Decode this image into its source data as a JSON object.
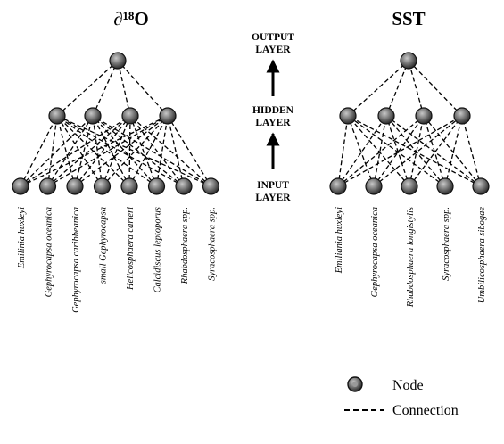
{
  "networks": [
    {
      "title": "∂¹⁸O",
      "hidden_count": 4,
      "inputs": [
        {
          "label": "Emilinia huxleyi"
        },
        {
          "label": "Gephyrocapsa oceanica"
        },
        {
          "label": "Gephyrocapsa caribbeanica"
        },
        {
          "label": "small Gephyrocapsa"
        },
        {
          "label": "Helicosphaera carteri"
        },
        {
          "label": "Calcidiscus leptoporus"
        },
        {
          "label": "Rhabdosphaera spp."
        },
        {
          "label": "Syracosphaera spp."
        }
      ]
    },
    {
      "title": "SST",
      "hidden_count": 4,
      "inputs": [
        {
          "label": "Emiliania huxleyi"
        },
        {
          "label": "Gephyrocapsa oceanica"
        },
        {
          "label": "Rhabdosphaera longistylis"
        },
        {
          "label": "Syracosphaera spp."
        },
        {
          "label": "Umbilicosphaera sibogae"
        }
      ]
    }
  ],
  "layers": {
    "output": [
      "OUTPUT",
      "LAYER"
    ],
    "hidden": [
      "HIDDEN",
      "LAYER"
    ],
    "input": [
      "INPUT",
      "LAYER"
    ]
  },
  "legend": {
    "node_label": "Node",
    "connection_label": "Connection"
  },
  "colors": {
    "node_fill": "#7a7a7a",
    "line": "#000000"
  }
}
